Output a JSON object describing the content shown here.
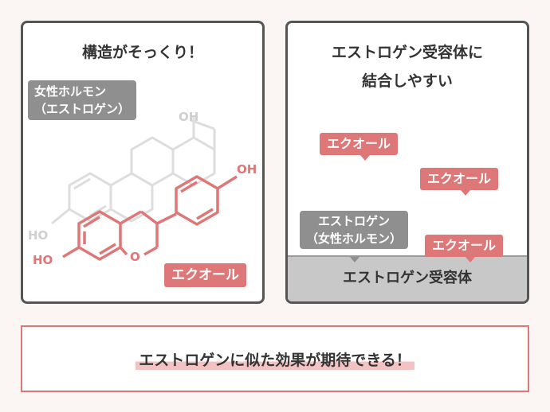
{
  "left_panel": {
    "title": "構造がそっくり！",
    "hormone_label_line1": "女性ホルモン",
    "hormone_label_line2": "（エストロゲン）",
    "equol_label": "エクオール",
    "mol_labels": {
      "oh_top": "OH",
      "oh_right": "OH",
      "ho_left_faint": "HO",
      "ho_left": "HO",
      "o_ring": "O"
    }
  },
  "right_panel": {
    "title_line1": "エストロゲン受容体に",
    "title_line2": "結合しやすい",
    "equol_labels": [
      "エクオール",
      "エクオール",
      "エクオール"
    ],
    "estrogen_label_line1": "エストロゲン",
    "estrogen_label_line2": "（女性ホルモン）",
    "receptor_label": "エストロゲン受容体"
  },
  "result": {
    "text": "エストロゲンに似た効果が期待できる！"
  },
  "colors": {
    "accent_pink": "#de7777",
    "gray_label": "#8f8f8f",
    "faint_structure": "#dddddd",
    "receptor": "#c8c8c8"
  }
}
